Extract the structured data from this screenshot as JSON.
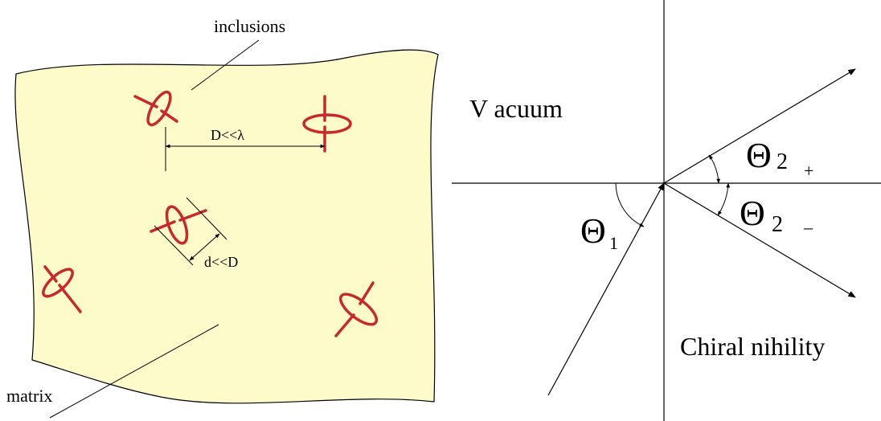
{
  "left_panel": {
    "inclusions_label": "inclusions",
    "matrix_label": "matrix",
    "spacing_label": "D<<λ",
    "size_label": "d<<D",
    "matrix_fill": "#fdfbc9",
    "inclusion_color": "#c8282e"
  },
  "right_panel": {
    "vacuum_label": "V acuum",
    "nihility_label": "Chiral nihility",
    "theta1": {
      "symbol": "Θ",
      "subscript": "1"
    },
    "theta2_plus": {
      "symbol": "Θ",
      "subscript": "2",
      "sign": "+"
    },
    "theta2_minus": {
      "symbol": "Θ",
      "subscript": "2",
      "sign": "–"
    }
  }
}
